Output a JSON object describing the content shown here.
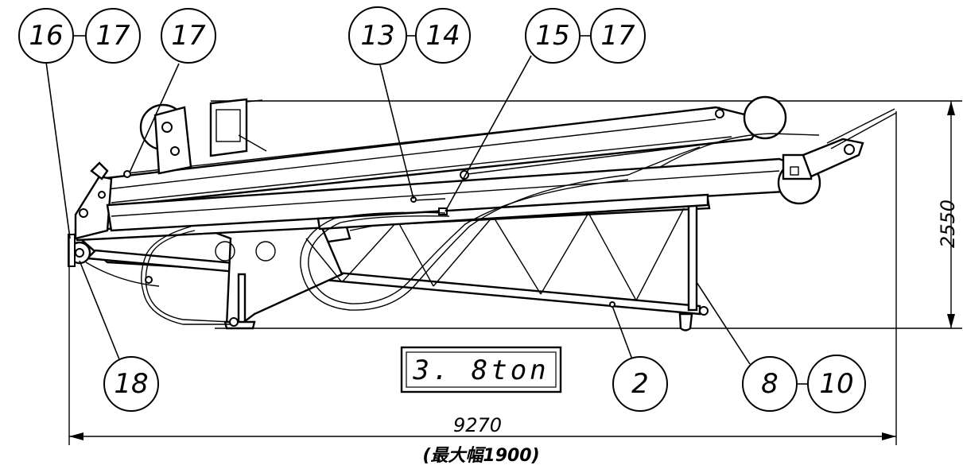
{
  "callouts": {
    "c16": "16",
    "c17a": "17",
    "c17b": "17",
    "c13": "13",
    "c14": "14",
    "c15": "15",
    "c17c": "17",
    "c18": "18",
    "c2": "2",
    "c8": "8",
    "c10": "10"
  },
  "weight_label": "3. 8ton",
  "dimensions": {
    "height": "2550",
    "length": "9270",
    "max_width": "(最大幅1900)"
  },
  "colors": {
    "line": "#000000",
    "background": "#ffffff"
  }
}
